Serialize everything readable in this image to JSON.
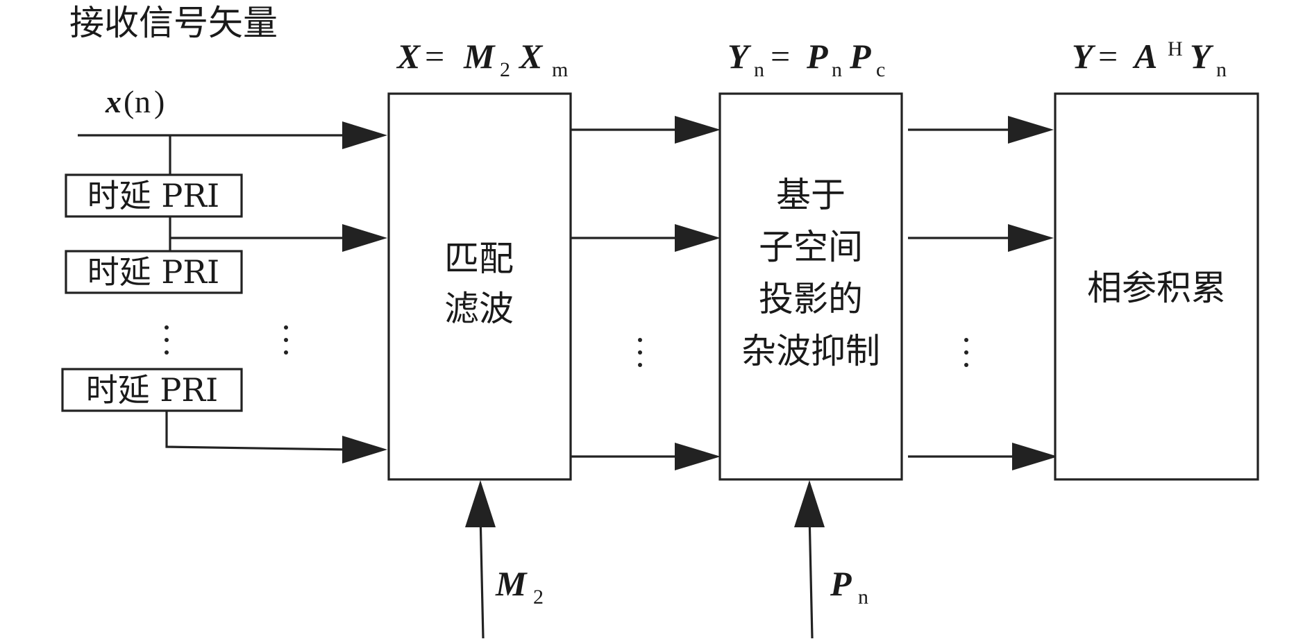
{
  "title": "接收信号矢量",
  "input_signal": {
    "bold_letter": "x",
    "argument": "n"
  },
  "delay_label": "时延 PRI",
  "blocks": {
    "matched_filter": {
      "lines": [
        "匹配",
        "滤波"
      ]
    },
    "clutter_suppression": {
      "lines": [
        "基于",
        "子空间",
        "投影的",
        "杂波抑制"
      ]
    },
    "coherent_integration": {
      "lines": [
        "相参积累"
      ]
    }
  },
  "equations": {
    "eq1": {
      "lhs": "X",
      "eq": "=",
      "rhs1": "M",
      "rhs1_sub": "2",
      "rhs2": "X",
      "rhs2_sub": "m"
    },
    "eq2": {
      "lhs": "Y",
      "lhs_sub": "n",
      "eq": "=",
      "rhs1": "P",
      "rhs1_sub": "n",
      "rhs2": "P",
      "rhs2_sub": "c"
    },
    "eq3": {
      "lhs": "Y",
      "eq": "=",
      "rhs1": "A",
      "rhs1_sup": "H",
      "rhs2": "Y",
      "rhs2_sub": "n"
    }
  },
  "inputs": {
    "m2": {
      "letter": "M",
      "sub": "2"
    },
    "pn": {
      "letter": "P",
      "sub": "n"
    }
  }
}
